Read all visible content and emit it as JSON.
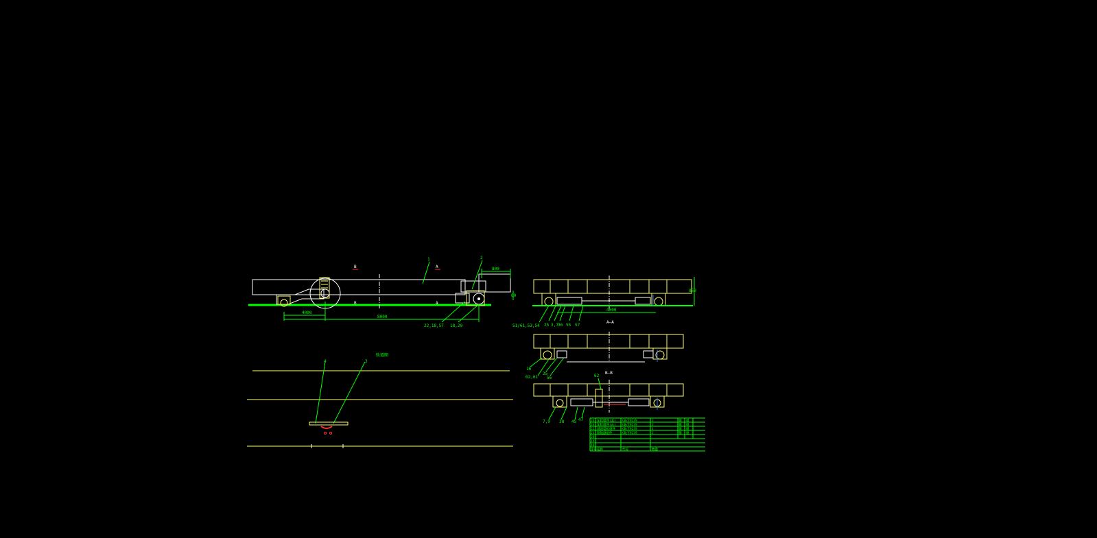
{
  "drawing": {
    "background": "#000000",
    "colors": {
      "outline": "#ffff66",
      "leader": "#00ff00",
      "centerline": "#ffffff",
      "accent": "#ff3333",
      "alt": "#3366ff"
    },
    "side_view": {
      "section_marks": [
        "B",
        "A",
        "A",
        "B"
      ],
      "callouts": [
        "1",
        "2",
        "22,18,57",
        "18,20"
      ],
      "dims": [
        "800",
        "4000",
        "8000",
        "60"
      ]
    },
    "plan_view": {
      "title": "轨道图",
      "callouts": [
        "4",
        "3"
      ]
    },
    "section_aa": {
      "label": "A—A",
      "callouts": [
        "51/61,53,54",
        "25",
        "3,7",
        "36",
        "55",
        "57"
      ],
      "dims": [
        "4000",
        "850"
      ]
    },
    "section_bb": {
      "label": "B—B",
      "callouts": [
        "16",
        "62,61",
        "25",
        "56"
      ]
    },
    "section_cc": {
      "callouts": [
        "62",
        "7,9",
        "38",
        "45",
        "47"
      ]
    },
    "parts_table": {
      "rows": [
        [
          "24",
          "车轮组件(主)",
          "GB/T9239",
          "2",
          "钢",
          "组"
        ],
        [
          "23",
          "车轮组件(从)",
          "GB/T9239",
          "2",
          "钢",
          "组"
        ],
        [
          "22",
          "减速电机组件",
          "GB/T9239",
          "1",
          "钢",
          "组"
        ],
        [
          "21",
          "联轴器组件",
          "GB/T9239",
          "2",
          "钢",
          "组"
        ],
        [
          "20",
          "",
          "",
          "",
          "",
          ""
        ],
        [
          "19",
          "",
          "",
          "",
          "",
          ""
        ],
        [
          "18",
          "",
          "",
          "",
          "",
          ""
        ],
        [
          "序号",
          "名称",
          "代号",
          "数量",
          "",
          ""
        ]
      ]
    }
  }
}
